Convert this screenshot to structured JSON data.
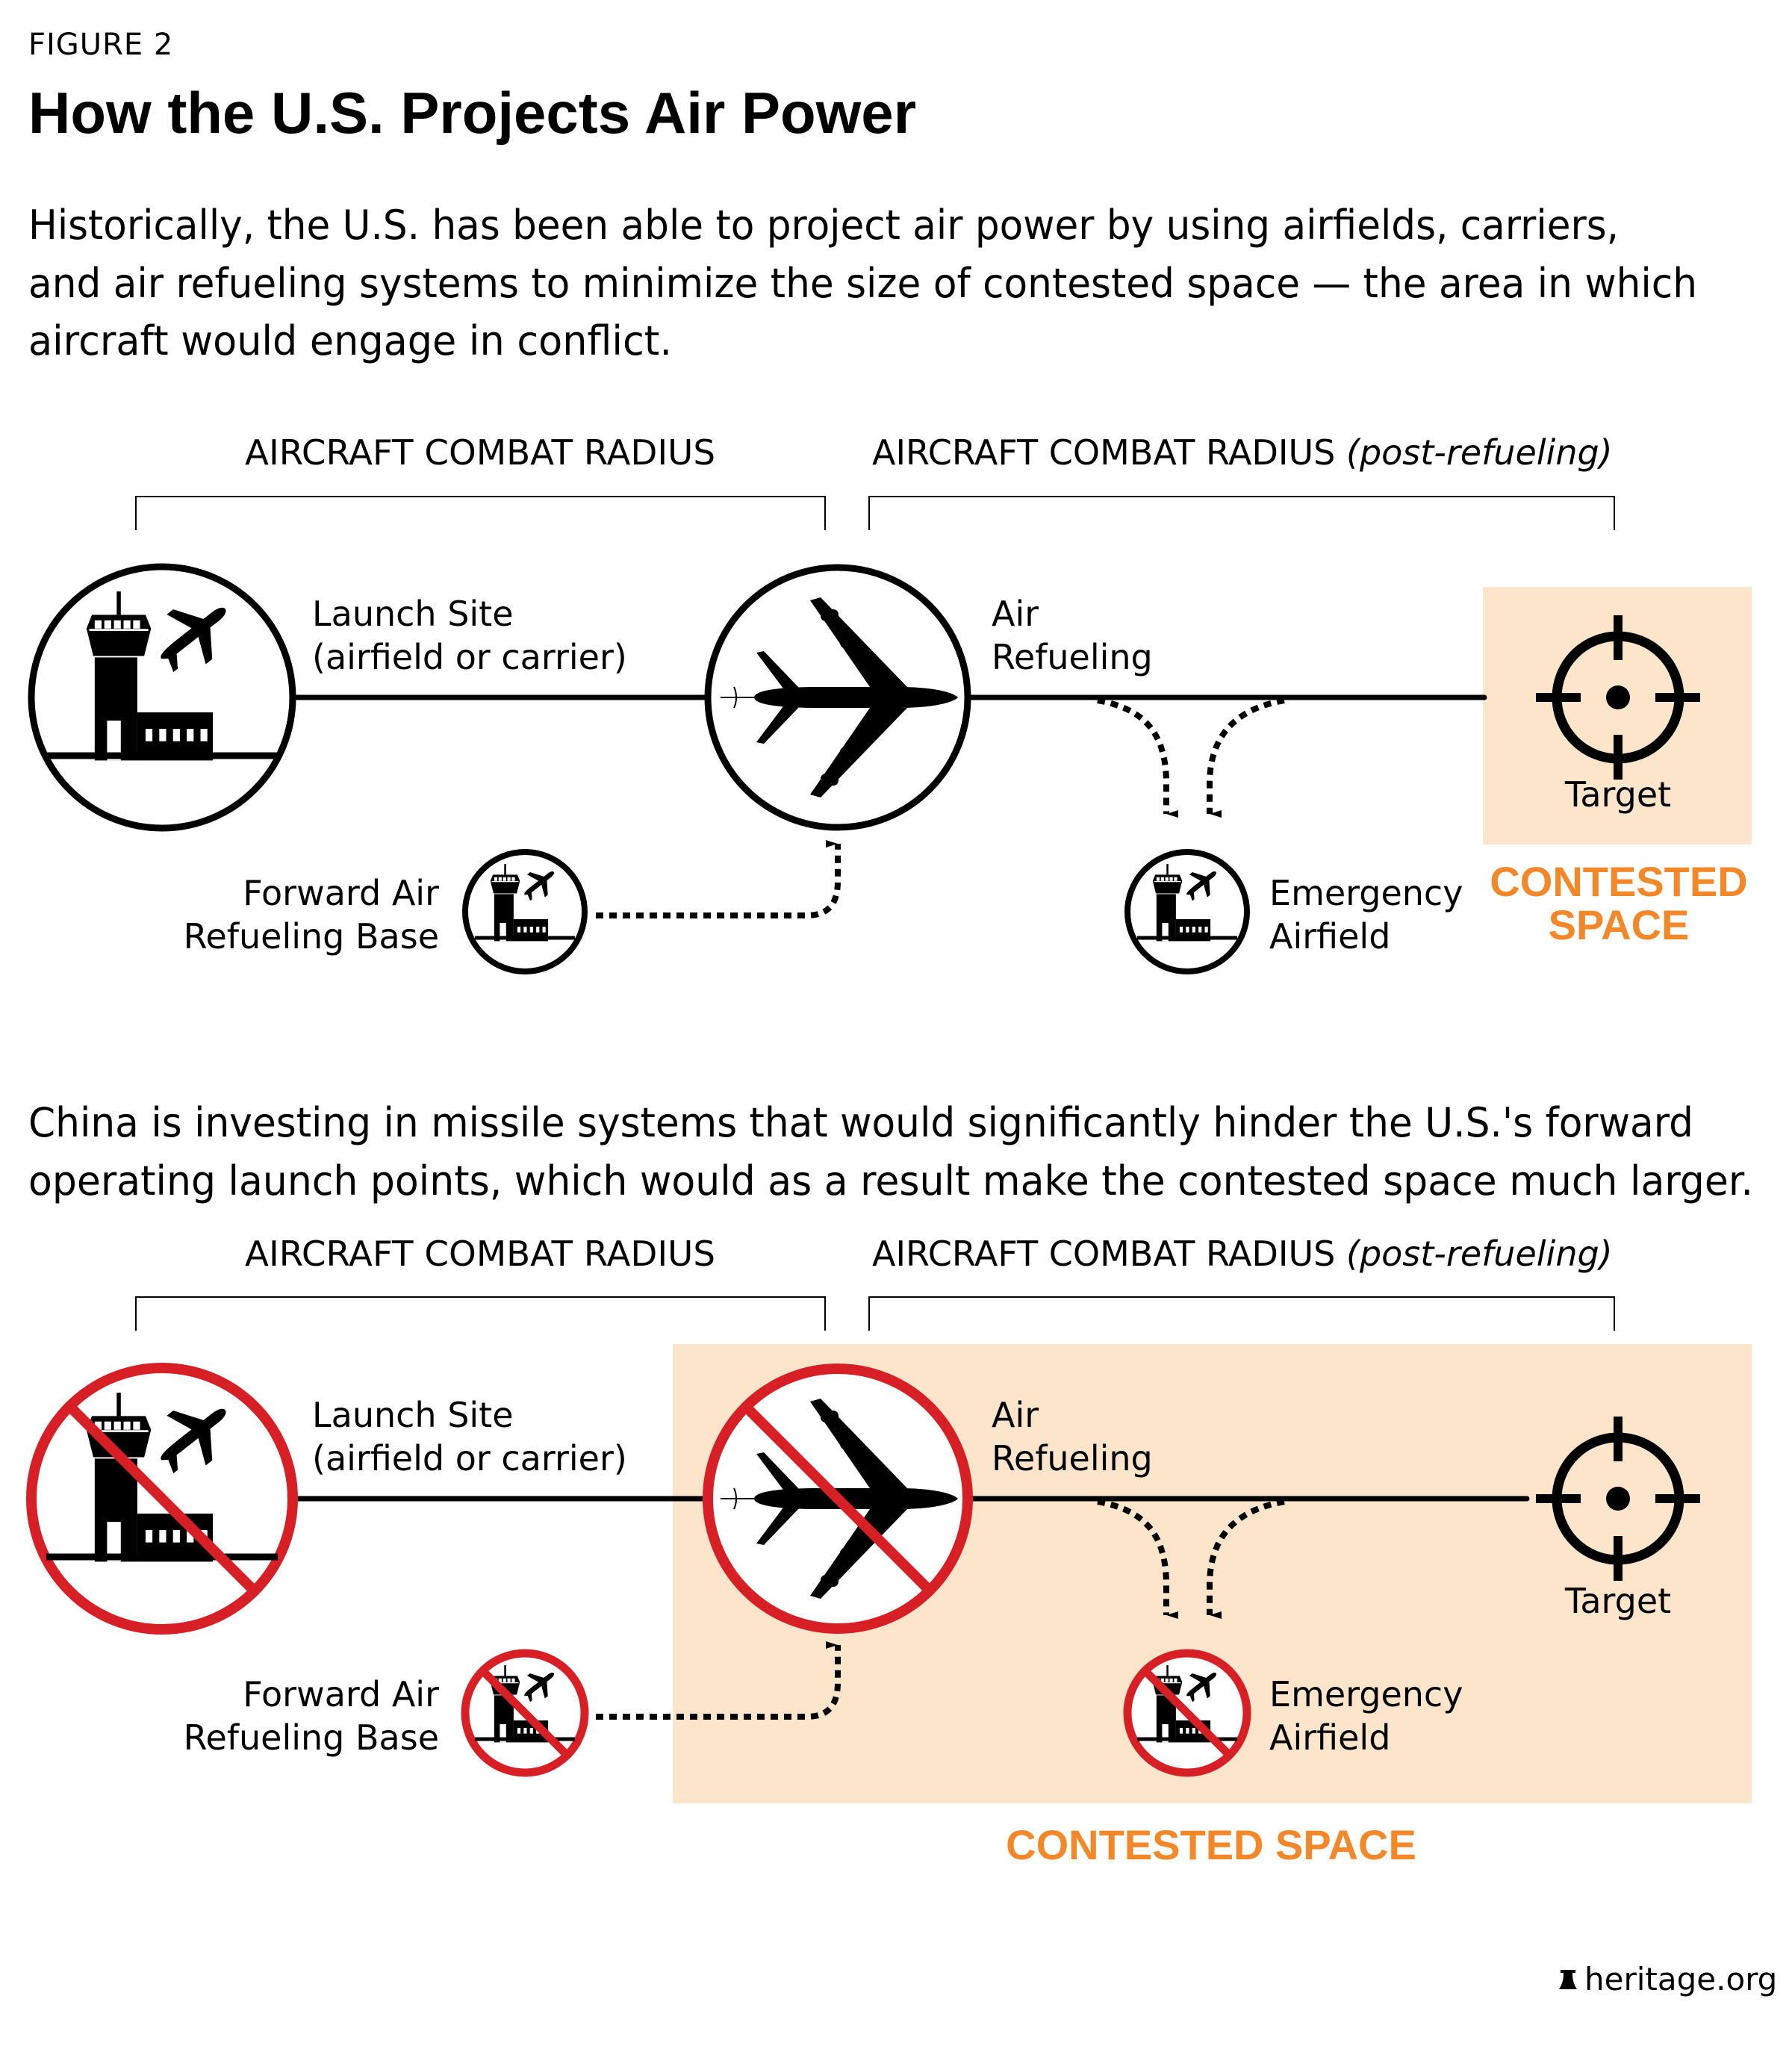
{
  "header": {
    "figure_label": "FIGURE 2",
    "title": "How the U.S. Projects Air Power",
    "intro_lines": [
      "Historically, the U.S. has been able to project air power by using airfields, carriers,",
      "and air refueling systems to minimize the size of contested space — the area in which",
      "aircraft would engage in conflict."
    ]
  },
  "colors": {
    "contested_fill": "#fde5cc",
    "contested_text": "#f3882a",
    "prohibited_red": "#d71f26",
    "ink": "#000000"
  },
  "panels": [
    {
      "id": "historical",
      "radius_label": "AIRCRAFT COMBAT RADIUS",
      "radius_post_label": "AIRCRAFT COMBAT RADIUS",
      "radius_post_suffix": "(post-refueling)",
      "launch_label_1": "Launch Site",
      "launch_label_2": "(airfield or carrier)",
      "refuel_label_1": "Air",
      "refuel_label_2": "Refueling",
      "forward_label_1": "Forward Air",
      "forward_label_2": "Refueling Base",
      "emergency_label_1": "Emergency",
      "emergency_label_2": "Airfield",
      "target_label": "Target",
      "contested_label_1": "CONTESTED",
      "contested_label_2": "SPACE",
      "prohibited": false
    },
    {
      "id": "china-threat",
      "intro_lines": [
        "China is investing in missile systems that would significantly hinder the U.S.'s forward",
        "operating launch points, which would as a result make the contested space much larger."
      ],
      "radius_label": "AIRCRAFT COMBAT RADIUS",
      "radius_post_label": "AIRCRAFT COMBAT RADIUS",
      "radius_post_suffix": "(post-refueling)",
      "launch_label_1": "Launch Site",
      "launch_label_2": "(airfield or carrier)",
      "refuel_label_1": "Air",
      "refuel_label_2": "Refueling",
      "forward_label_1": "Forward Air",
      "forward_label_2": "Refueling Base",
      "emergency_label_1": "Emergency",
      "emergency_label_2": "Airfield",
      "target_label": "Target",
      "contested_label": "CONTESTED SPACE",
      "prohibited": true
    }
  ],
  "footer": {
    "source": "heritage.org",
    "logo_icon": "liberty-bell-icon"
  }
}
